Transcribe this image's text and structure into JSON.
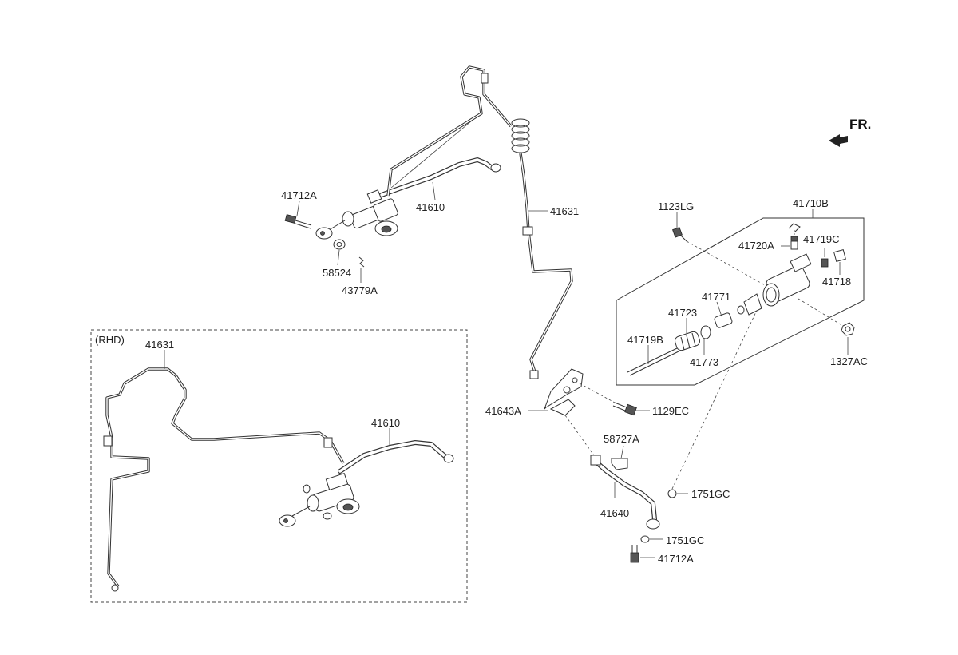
{
  "fr_label": "FR.",
  "rhd_label": "(RHD)",
  "labels": {
    "l41712A_top": "41712A",
    "l41610_top": "41610",
    "l41631_top": "41631",
    "l58524": "58524",
    "l43779A": "43779A",
    "l1123LG": "1123LG",
    "l41710B": "41710B",
    "l41720A": "41720A",
    "l41719C": "41719C",
    "l41718": "41718",
    "l41771": "41771",
    "l41723": "41723",
    "l41719B": "41719B",
    "l41773": "41773",
    "l1327AC": "1327AC",
    "l41643A": "41643A",
    "l1129EC": "1129EC",
    "l58727A": "58727A",
    "l41640": "41640",
    "l1751GC_a": "1751GC",
    "l1751GC_b": "1751GC",
    "l41712A_bot": "41712A",
    "l41631_rhd": "41631",
    "l41610_rhd": "41610"
  }
}
